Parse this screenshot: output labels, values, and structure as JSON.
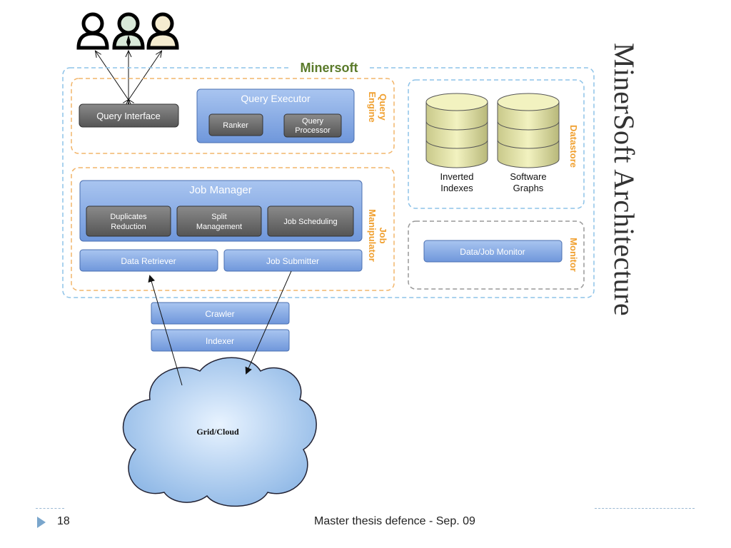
{
  "title": "MinerSoft Architecture",
  "footer": {
    "page": "18",
    "text": "Master thesis defence - Sep. 09"
  },
  "diagram": {
    "system_label": "Minersoft",
    "groups": {
      "query_engine": "Query\nEngine",
      "job_manipulator": "Job\nManipulator",
      "datastore": "Datastore",
      "monitor": "Monitor"
    },
    "nodes": {
      "query_interface": "Query Interface",
      "query_executor": "Query Executor",
      "ranker": "Ranker",
      "query_processor": "Query\nProcessor",
      "job_manager": "Job Manager",
      "duplicates_reduction": "Duplicates\nReduction",
      "split_management": "Split\nManagement",
      "job_scheduling": "Job Scheduling",
      "data_retriever": "Data Retriever",
      "job_submitter": "Job Submitter",
      "crawler": "Crawler",
      "indexer": "Indexer",
      "grid_cloud": "Grid/Cloud",
      "data_job_monitor": "Data/Job Monitor",
      "inverted_indexes": "Inverted\nIndexes",
      "software_graphs": "Software\nGraphs"
    },
    "colors": {
      "group_label": "#f0a030",
      "system_label": "#5a7a2a",
      "blue_box": "#7fa6e0",
      "dark_box": "#6b6b6b",
      "db": "#e6e6a0",
      "cloud": "#a9cbee"
    }
  }
}
